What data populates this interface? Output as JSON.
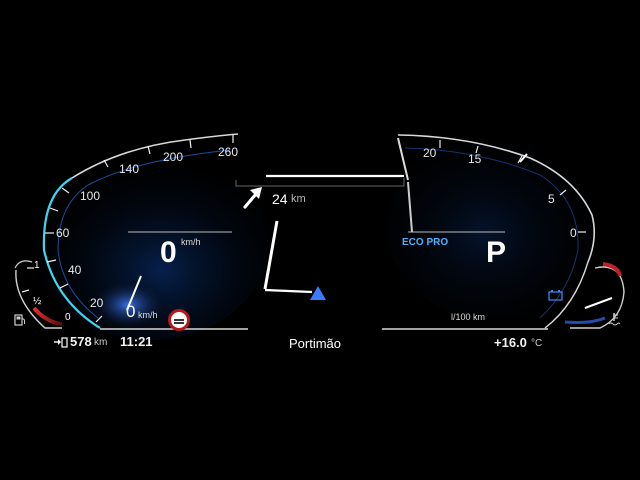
{
  "speedometer": {
    "ticks": [
      "20",
      "40",
      "60",
      "100",
      "140",
      "200",
      "260"
    ],
    "speed_value": "0",
    "speed_unit": "km/h",
    "needle_value": "0",
    "needle_unit": "km/h"
  },
  "tachometer": {
    "ticks": [
      "20",
      "15",
      "5",
      "0"
    ],
    "mode_label": "ECO PRO",
    "gear": "P",
    "consumption_unit": "l/100 km"
  },
  "fuel_gauge": {
    "ticks": [
      "1",
      "½",
      "0"
    ]
  },
  "navigation": {
    "distance": "24",
    "distance_unit": "km",
    "location": "Portimão"
  },
  "status_bar": {
    "range_value": "578",
    "range_unit": "km",
    "time": "11:21",
    "temperature": "+16.0",
    "temperature_unit": "°C"
  },
  "colors": {
    "speed_arc": "#3fd6f0",
    "accent_blue": "#4fb0ff",
    "warning_red": "#cc2020",
    "arrow_blue": "#3a7bff"
  },
  "icons": {
    "nav_turn": "arrow-up-right-icon",
    "fuel": "fuel-pump-icon",
    "range": "fuel-range-icon",
    "battery": "battery-icon",
    "coolant": "coolant-temperature-icon",
    "speed_limit": "no-speed-limit-sign-icon",
    "position": "navigation-position-icon"
  }
}
